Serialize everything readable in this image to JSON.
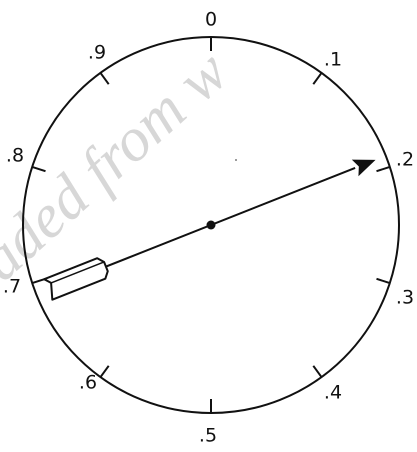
{
  "dial": {
    "labels": {
      "l0": "0",
      "l1": ".1",
      "l2": ".2",
      "l3": ".3",
      "l4": ".4",
      "l5": ".5",
      "l6": ".6",
      "l7": ".7",
      "l8": ".8",
      "l9": ".9"
    },
    "pointer_reading": 0.19
  },
  "watermark": {
    "text": "aded from w"
  },
  "colors": {
    "ink": "#111111",
    "watermark": "#d7d7d7",
    "background": "#ffffff"
  }
}
